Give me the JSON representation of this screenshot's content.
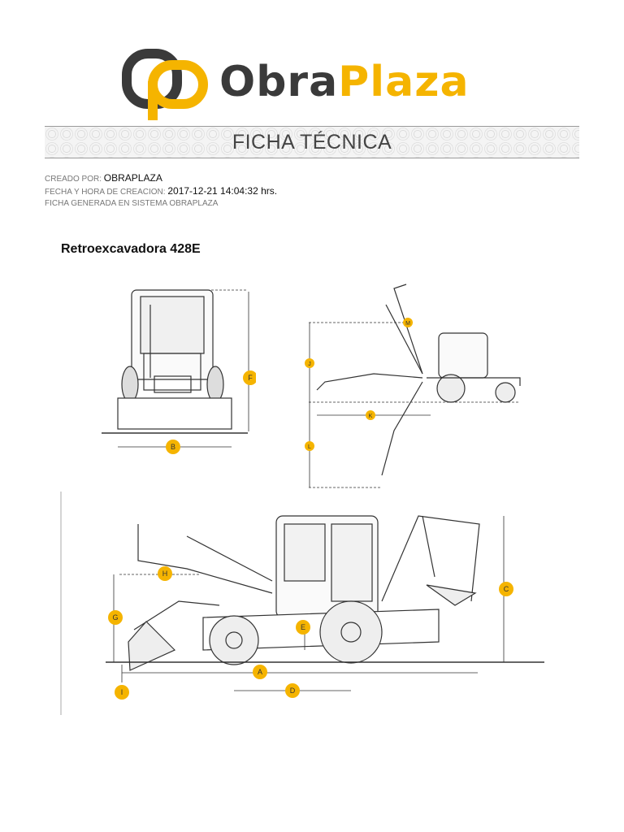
{
  "brand": {
    "word1": "Obra",
    "word2": "Plaza",
    "colors": {
      "dark": "#3a3a3a",
      "accent": "#f5b400"
    }
  },
  "banner": {
    "title": "FICHA TÉCNICA"
  },
  "meta": {
    "created_by_label": "CREADO POR:",
    "created_by_value": "OBRAPLAZA",
    "datetime_label": "FECHA Y HORA DE CREACION:",
    "datetime_value": "2017-12-21 14:04:32 hrs.",
    "note": "FICHA GENERADA EN SISTEMA OBRAPLAZA"
  },
  "product": {
    "title": "Retroexcavadora 428E"
  },
  "dimensions": {
    "B": "B",
    "F": "F",
    "J": "J",
    "K": "K",
    "L": "L",
    "M": "M",
    "A": "A",
    "C": "C",
    "D": "D",
    "E": "E",
    "G": "G",
    "H": "H",
    "I": "I"
  }
}
